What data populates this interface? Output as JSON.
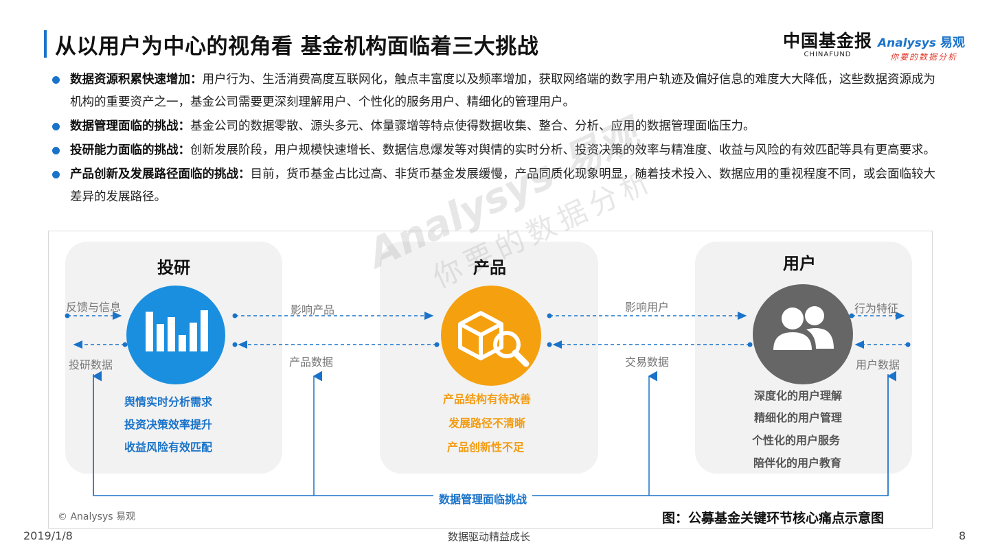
{
  "header": {
    "title": "从以用户为中心的视角看 基金机构面临着三大挑战",
    "logo_chinafund_cn": "中国基金报",
    "logo_chinafund_en": "CHINAFUND",
    "logo_analysys_en": "Analysys",
    "logo_analysys_cn": "易观",
    "logo_analysys_slogan": "你要的数据分析"
  },
  "bullets": [
    {
      "bold": "数据资源积累快速增加：",
      "text": "用户行为、生活消费高度互联网化，触点丰富度以及频率增加，获取网络端的数字用户轨迹及偏好信息的难度大大降低，这些数据资源成为机构的重要资产之一，基金公司需要更深刻理解用户、个性化的服务用户、精细化的管理用户。"
    },
    {
      "bold": "数据管理面临的挑战：",
      "text": "基金公司的数据零散、源头多元、体量骤增等特点使得数据收集、整合、分析、应用的数据管理面临压力。"
    },
    {
      "bold": "投研能力面临的挑战：",
      "text": "创新发展阶段，用户规模快速增长、数据信息爆发等对舆情的实时分析、投资决策的效率与精准度、收益与风险的有效匹配等具有更高要求。"
    },
    {
      "bold": "产品创新及发展路径面临的挑战：",
      "text": "目前，货币基金占比过高、非货币基金发展缓慢，产品同质化现象明显，随着技术投入、数据应用的重视程度不同，或会面临较大差异的发展路径。"
    }
  ],
  "diagram": {
    "panels": [
      {
        "title": "投研",
        "left_in": "反馈与信息",
        "left_out": "投研数据",
        "pains": [
          "舆情实时分析需求",
          "投资决策效率提升",
          "收益风险有效匹配"
        ],
        "color": "#1a73c9",
        "icon": "bar-chart-icon"
      },
      {
        "title": "产品",
        "pains": [
          "产品结构有待改善",
          "发展路径不清晰",
          "产品创新性不足"
        ],
        "color": "#f39c12",
        "icon": "box-magnifier-icon"
      },
      {
        "title": "用户",
        "right_out": "行为特征",
        "right_in": "用户数据",
        "pains": [
          "深度化的用户理解",
          "精细化的用户管理",
          "个性化的用户服务",
          "陪伴化的用户教育"
        ],
        "color": "#666666",
        "icon": "users-icon"
      }
    ],
    "flows": {
      "top_left": "影响产品",
      "bottom_left": "产品数据",
      "top_right": "影响用户",
      "bottom_right": "交易数据"
    },
    "data_management_label": "数据管理面临挑战",
    "watermark_big": "Analysys 易观",
    "watermark_small": "你要的数据分析"
  },
  "copyright": "© Analysys 易观",
  "caption": "图：公募基金关键环节核心痛点示意图",
  "footer": {
    "date": "2019/1/8",
    "center": "数据驱动精益成长",
    "page": "8"
  }
}
